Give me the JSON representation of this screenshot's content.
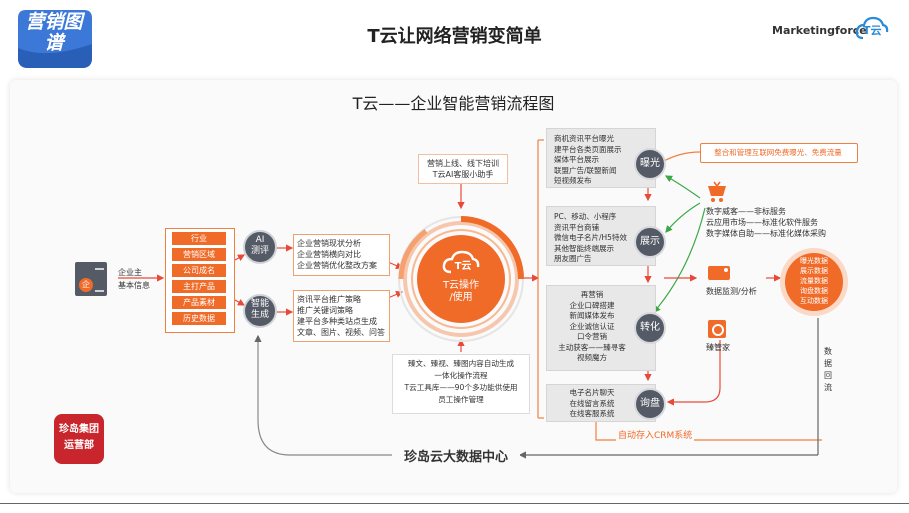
{
  "header": {
    "badge": "营销图谱",
    "title": "T云让网络营销变简单",
    "logo_marketingforce": "Marketingforce",
    "logo_tyun": "T云"
  },
  "main": {
    "title": "T云——企业智能营销流程图"
  },
  "left": {
    "enterprise_icon": "企",
    "enterprise_label": "企业主\n基本信息",
    "tags": [
      "行业",
      "营销区域",
      "公司成名",
      "主打产品",
      "产品素材",
      "历史数据"
    ]
  },
  "ai": {
    "eval_circle": "AI\n测评",
    "gen_circle": "智能\n生成",
    "eval_box": "企业营销现状分析\n企业营销横向对比\n企业营销优化整改方案",
    "gen_box": "资讯平台推广策略\n推广关键词策略\n建平台多种类站点生成\n文章、图片、视频、问答"
  },
  "center": {
    "top_note": "营销上线、线下培训\nT云AI客服小助手",
    "ring_icon": "T云",
    "ring_label": "T云操作\n/使用",
    "bottom_note": "臻文、臻视、臻图内容自动生成\n一体化操作流程\nT云工具库——90个多功能供使用\n员工操作管理"
  },
  "stages": [
    {
      "circle": "曝光",
      "box": "商机资讯平台曝光\n建平台各类页面展示\n媒体平台展示\n联盟广告/联盟新闻\n短视频发布"
    },
    {
      "circle": "展示",
      "box": "PC、移动、小程序\n资讯平台商铺\n微信电子名片/H5特效\n其他智能终端展示\n朋友圈广告"
    },
    {
      "circle": "转化",
      "box": "再营销\n企业口碑搭建\n新闻媒体发布\n企业诚信认证\n口令营销\n主动获客——臻寻客\n视频魔方"
    },
    {
      "circle": "询盘",
      "box": "电子名片聊天\n在线留言系统\n在线客服系统"
    }
  ],
  "right": {
    "integration_note": "整合和管理互联网免费曝光、免费流量",
    "cart_icon": "cart-icon",
    "cart_text": "数字威客——非标服务\n云应用市场——标准化软件服务\n数字媒体自助——标准化媒体采购",
    "monitor_label": "数据监测/分析",
    "butler_label": "臻管家",
    "data_items": [
      "曝光数据",
      "展示数据",
      "流量数据",
      "询盘数据",
      "互动数据"
    ],
    "return_label": "数\n据\n回\n流"
  },
  "bottom": {
    "crm_label": "自动存入CRM系统",
    "bigdata_label": "珍岛云大数据中心",
    "seal": "珍岛集团\n运营部"
  },
  "colors": {
    "accent": "#f06a28",
    "dark_circle": "#555b66",
    "badge_blue": "#3c78d8",
    "seal_red": "#c8252c"
  }
}
